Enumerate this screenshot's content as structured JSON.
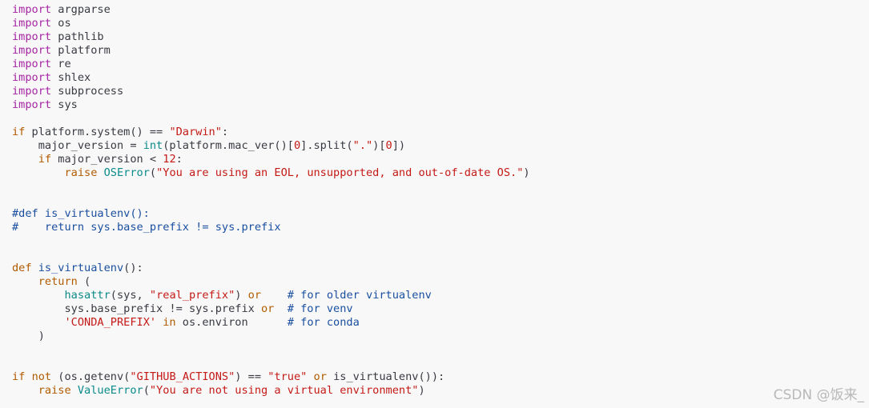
{
  "code": {
    "lines": [
      [
        {
          "c": "kw",
          "t": "import"
        },
        {
          "c": "plain",
          "t": " argparse"
        }
      ],
      [
        {
          "c": "kw",
          "t": "import"
        },
        {
          "c": "plain",
          "t": " os"
        }
      ],
      [
        {
          "c": "kw",
          "t": "import"
        },
        {
          "c": "plain",
          "t": " pathlib"
        }
      ],
      [
        {
          "c": "kw",
          "t": "import"
        },
        {
          "c": "plain",
          "t": " platform"
        }
      ],
      [
        {
          "c": "kw",
          "t": "import"
        },
        {
          "c": "plain",
          "t": " re"
        }
      ],
      [
        {
          "c": "kw",
          "t": "import"
        },
        {
          "c": "plain",
          "t": " shlex"
        }
      ],
      [
        {
          "c": "kw",
          "t": "import"
        },
        {
          "c": "plain",
          "t": " subprocess"
        }
      ],
      [
        {
          "c": "kw",
          "t": "import"
        },
        {
          "c": "plain",
          "t": " sys"
        }
      ],
      [],
      [
        {
          "c": "kw2",
          "t": "if"
        },
        {
          "c": "plain",
          "t": " platform.system() == "
        },
        {
          "c": "str",
          "t": "\"Darwin\""
        },
        {
          "c": "plain",
          "t": ":"
        }
      ],
      [
        {
          "c": "plain",
          "t": "    major_version = "
        },
        {
          "c": "builtin",
          "t": "int"
        },
        {
          "c": "plain",
          "t": "(platform.mac_ver()["
        },
        {
          "c": "num",
          "t": "0"
        },
        {
          "c": "plain",
          "t": "].split("
        },
        {
          "c": "str",
          "t": "\".\""
        },
        {
          "c": "plain",
          "t": ")["
        },
        {
          "c": "num",
          "t": "0"
        },
        {
          "c": "plain",
          "t": "])"
        }
      ],
      [
        {
          "c": "plain",
          "t": "    "
        },
        {
          "c": "kw2",
          "t": "if"
        },
        {
          "c": "plain",
          "t": " major_version < "
        },
        {
          "c": "num",
          "t": "12"
        },
        {
          "c": "plain",
          "t": ":"
        }
      ],
      [
        {
          "c": "plain",
          "t": "        "
        },
        {
          "c": "kw2",
          "t": "raise"
        },
        {
          "c": "plain",
          "t": " "
        },
        {
          "c": "builtin",
          "t": "OSError"
        },
        {
          "c": "plain",
          "t": "("
        },
        {
          "c": "str",
          "t": "\"You are using an EOL, unsupported, and out-of-date OS.\""
        },
        {
          "c": "plain",
          "t": ")"
        }
      ],
      [],
      [],
      [
        {
          "c": "cm",
          "t": "#def is_virtualenv():"
        }
      ],
      [
        {
          "c": "cm",
          "t": "#    return sys.base_prefix != sys.prefix"
        }
      ],
      [],
      [],
      [
        {
          "c": "kw2",
          "t": "def"
        },
        {
          "c": "plain",
          "t": " "
        },
        {
          "c": "fn",
          "t": "is_virtualenv"
        },
        {
          "c": "plain",
          "t": "():"
        }
      ],
      [
        {
          "c": "plain",
          "t": "    "
        },
        {
          "c": "kw2",
          "t": "return"
        },
        {
          "c": "plain",
          "t": " ("
        }
      ],
      [
        {
          "c": "plain",
          "t": "        "
        },
        {
          "c": "builtin",
          "t": "hasattr"
        },
        {
          "c": "plain",
          "t": "(sys, "
        },
        {
          "c": "str",
          "t": "\"real_prefix\""
        },
        {
          "c": "plain",
          "t": ") "
        },
        {
          "c": "kw2",
          "t": "or"
        },
        {
          "c": "plain",
          "t": "    "
        },
        {
          "c": "cm",
          "t": "# for older virtualenv"
        }
      ],
      [
        {
          "c": "plain",
          "t": "        sys.base_prefix != sys.prefix "
        },
        {
          "c": "kw2",
          "t": "or"
        },
        {
          "c": "plain",
          "t": "  "
        },
        {
          "c": "cm",
          "t": "# for venv"
        }
      ],
      [
        {
          "c": "plain",
          "t": "        "
        },
        {
          "c": "str",
          "t": "'CONDA_PREFIX'"
        },
        {
          "c": "plain",
          "t": " "
        },
        {
          "c": "kw2",
          "t": "in"
        },
        {
          "c": "plain",
          "t": " os.environ      "
        },
        {
          "c": "cm",
          "t": "# for conda"
        }
      ],
      [
        {
          "c": "plain",
          "t": "    )"
        }
      ],
      [],
      [],
      [
        {
          "c": "kw2",
          "t": "if"
        },
        {
          "c": "plain",
          "t": " "
        },
        {
          "c": "kw2",
          "t": "not"
        },
        {
          "c": "plain",
          "t": " (os.getenv("
        },
        {
          "c": "str",
          "t": "\"GITHUB_ACTIONS\""
        },
        {
          "c": "plain",
          "t": ") == "
        },
        {
          "c": "str",
          "t": "\"true\""
        },
        {
          "c": "plain",
          "t": " "
        },
        {
          "c": "kw2",
          "t": "or"
        },
        {
          "c": "plain",
          "t": " is_virtualenv()):"
        }
      ],
      [
        {
          "c": "plain",
          "t": "    "
        },
        {
          "c": "kw2",
          "t": "raise"
        },
        {
          "c": "plain",
          "t": " "
        },
        {
          "c": "builtin",
          "t": "ValueError"
        },
        {
          "c": "plain",
          "t": "("
        },
        {
          "c": "str",
          "t": "\"You are not using a virtual environment\""
        },
        {
          "c": "plain",
          "t": ")"
        }
      ]
    ]
  },
  "watermark": "CSDN @饭来_",
  "colors": {
    "background": "#f8f8f8",
    "keyword_import": "#a626a4",
    "keyword": "#b25b00",
    "string": "#c41a16",
    "builtin": "#0b8a8a",
    "comment": "#1a4fa0",
    "text": "#383a42"
  }
}
